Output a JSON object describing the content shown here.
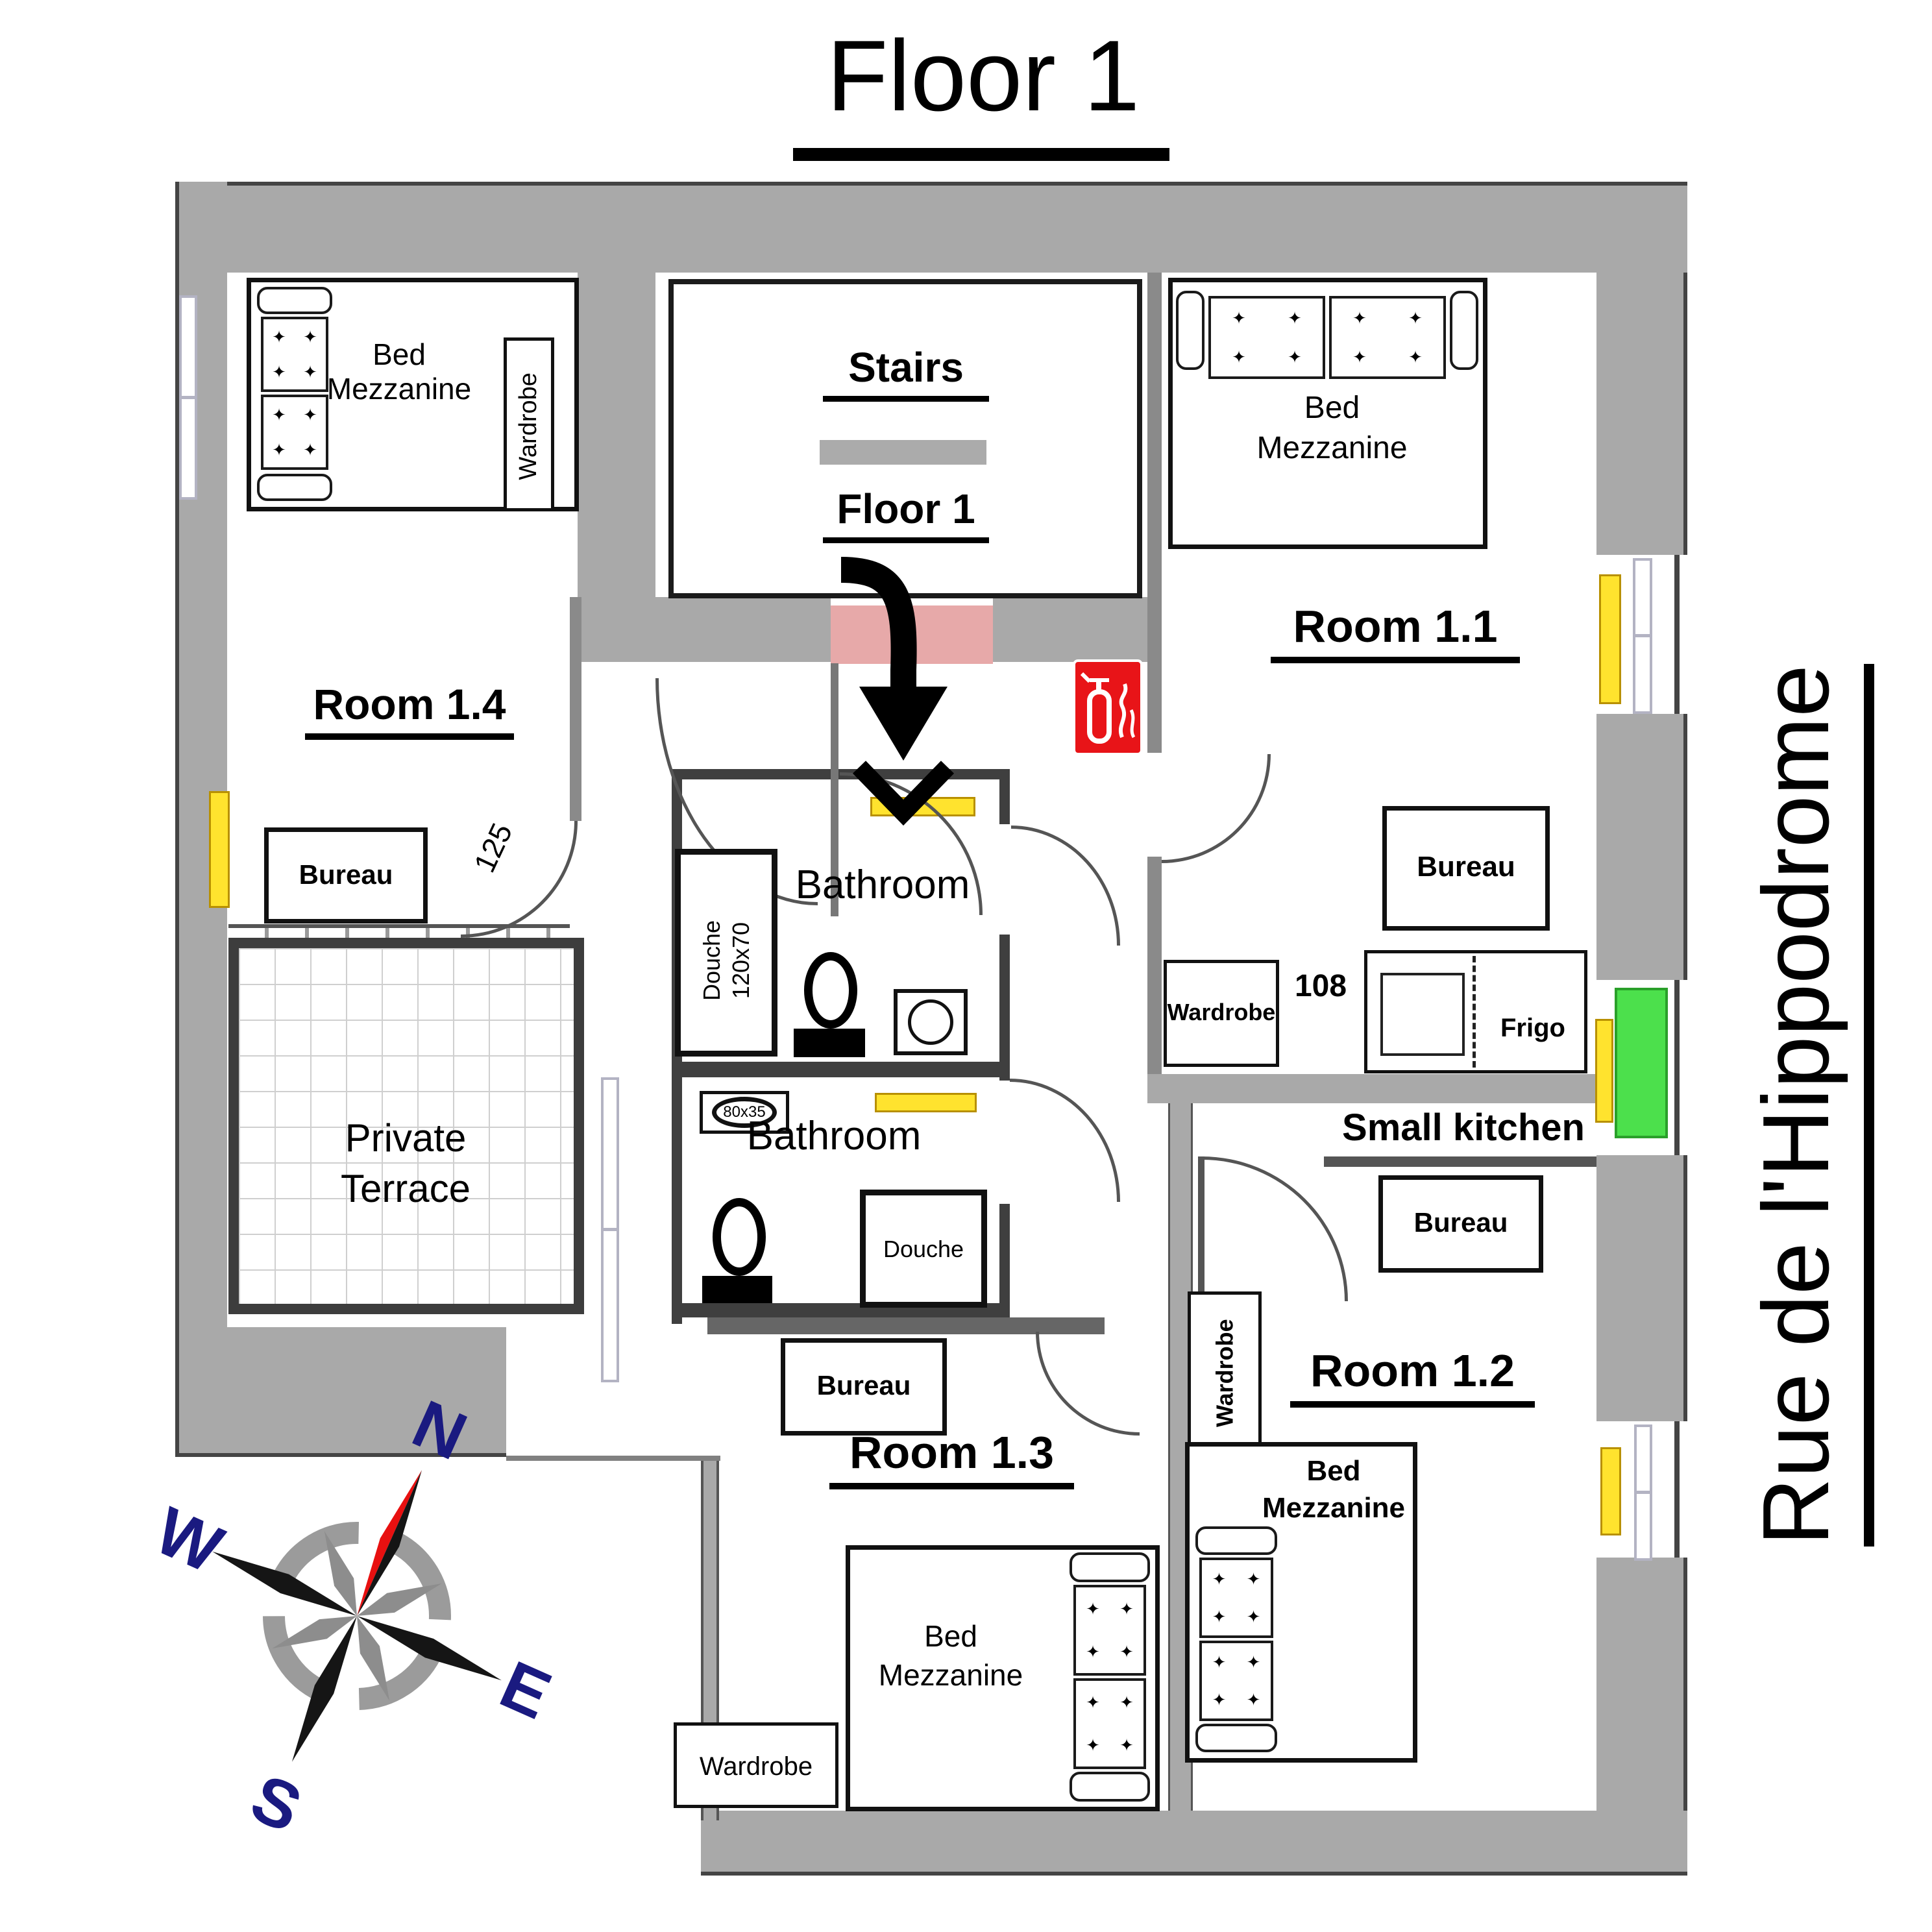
{
  "labels": {
    "title": "Floor 1",
    "street": "Rue de l'Hippodrome",
    "stairs": "Stairs",
    "stairs_floor": "Floor 1",
    "room11": "Room 1.1",
    "room12": "Room 1.2",
    "room13": "Room 1.3",
    "room14": "Room 1.4",
    "bed": "Bed",
    "mezzanine": "Mezzanine",
    "bureau": "Bureau",
    "wardrobe": "Wardrobe",
    "bathroom": "Bathroom",
    "douche": "Douche",
    "douche_size": "120x70",
    "sink_size": "80x35",
    "frigo": "Frigo",
    "small_kitchen": "Small kitchen",
    "dim108": "108",
    "dim125": "125",
    "private_line1": "Private",
    "private_line2": "Terrace",
    "compass_n": "N",
    "compass_e": "E",
    "compass_s": "S",
    "compass_w": "W"
  },
  "icons": {
    "sparkle": "✦"
  },
  "colors": {
    "wall_gray": "#a9a9a9",
    "radiator_yellow": "#ffe32e",
    "door_green": "#4ce04c",
    "door_pink": "#e7a9a9",
    "fire_red": "#e81418",
    "compass_navy": "#1a1a80",
    "terrace_border": "#3d3d3d"
  }
}
